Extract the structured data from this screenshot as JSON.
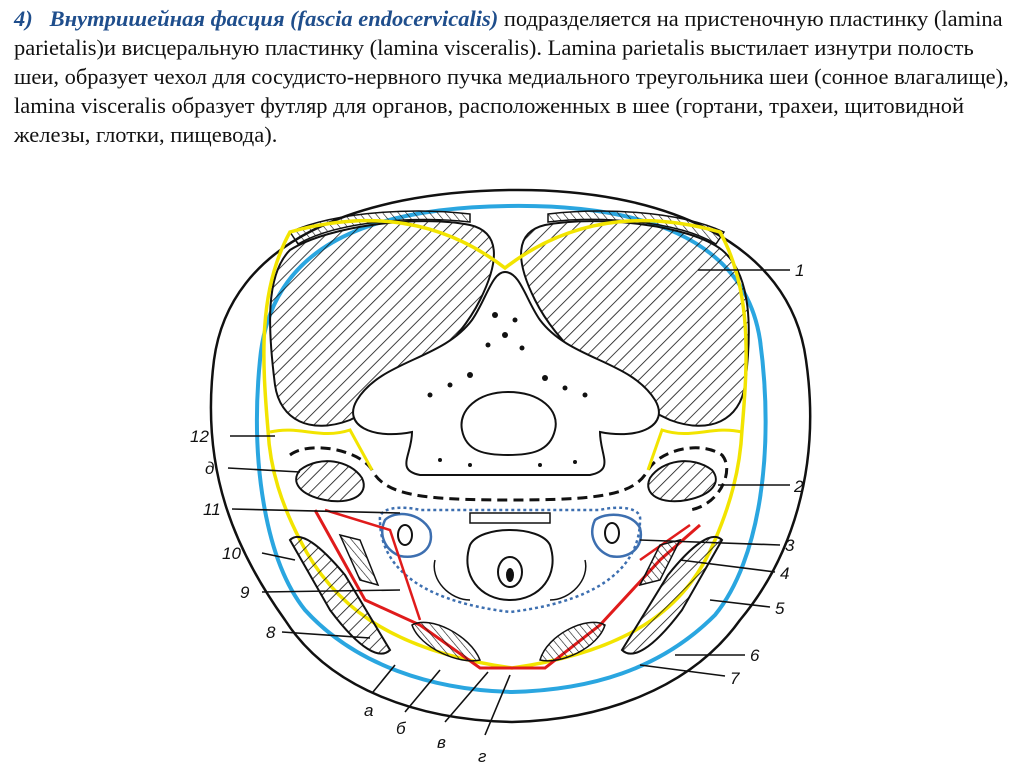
{
  "text": {
    "number": "4)",
    "term": "Внутришейная фасция (fascia endocervicalis)",
    "body": " подразделяется на пристеночную пластинку (lamina parietalis)и висцеральную пластинку (lamina visceralis). Lamina parietalis выстилает изнутри полость шеи, образует чехол для сосудисто-нервного пучка медиального треугольника  шеи (сонное влагалище),  lamina visceralis образует футляр для органов, расположенных в шее (гортани, трахеи, щитовидной железы, глотки, пищевода)."
  },
  "labels": {
    "l1": "1",
    "l2": "2",
    "l3": "3",
    "l4": "4",
    "l5": "5",
    "l6": "6",
    "l7": "7",
    "l8": "8",
    "l9": "9",
    "l10": "10",
    "l11": "11",
    "l12": "12",
    "ld": "д",
    "la": "а",
    "lb": "б",
    "lv": "в",
    "lg": "г"
  },
  "colors": {
    "outline": "#111111",
    "superficial_fascia": "#2aa6e0",
    "endocervical_fascia": "#f2e400",
    "pretracheal_fascia": "#e01b1b",
    "visceral_sheath": "#3d6fb0"
  }
}
